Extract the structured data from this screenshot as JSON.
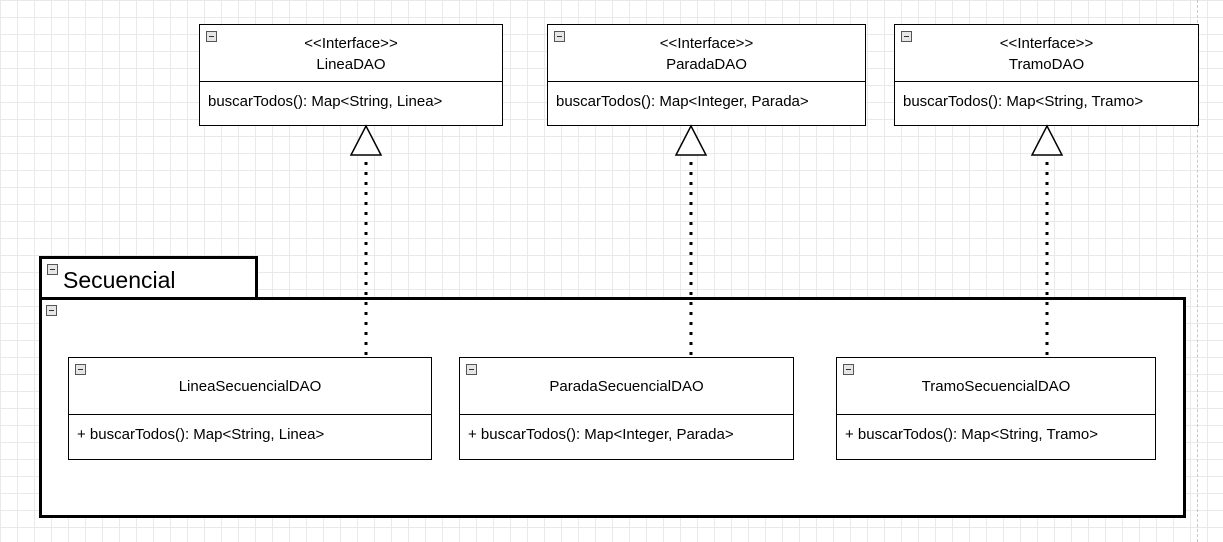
{
  "interfaces": [
    {
      "stereotype": "<<Interface>>",
      "name": "LineaDAO",
      "method": "buscarTodos(): Map<String, Linea>"
    },
    {
      "stereotype": "<<Interface>>",
      "name": "ParadaDAO",
      "method": "buscarTodos(): Map<Integer, Parada>"
    },
    {
      "stereotype": "<<Interface>>",
      "name": "TramoDAO",
      "method": "buscarTodos(): Map<String, Tramo>"
    }
  ],
  "package": {
    "name": "Secuencial"
  },
  "classes": [
    {
      "name": "LineaSecuencialDAO",
      "method": "+ buscarTodos(): Map<String, Linea>"
    },
    {
      "name": "ParadaSecuencialDAO",
      "method": "+ buscarTodos(): Map<Integer, Parada>"
    },
    {
      "name": "TramoSecuencialDAO",
      "method": "+ buscarTodos(): Map<String, Tramo>"
    }
  ],
  "relationships": [
    {
      "type": "realization",
      "from": "LineaSecuencialDAO",
      "to": "LineaDAO"
    },
    {
      "type": "realization",
      "from": "ParadaSecuencialDAO",
      "to": "ParadaDAO"
    },
    {
      "type": "realization",
      "from": "TramoSecuencialDAO",
      "to": "TramoDAO"
    }
  ],
  "colors": {
    "stroke": "#000000",
    "background": "#ffffff",
    "grid": "#e9e9e9",
    "collapse_button": "#e6e6e6"
  },
  "icons": {
    "collapse": "collapse-icon",
    "arrowhead": "hollow-triangle-arrowhead"
  }
}
